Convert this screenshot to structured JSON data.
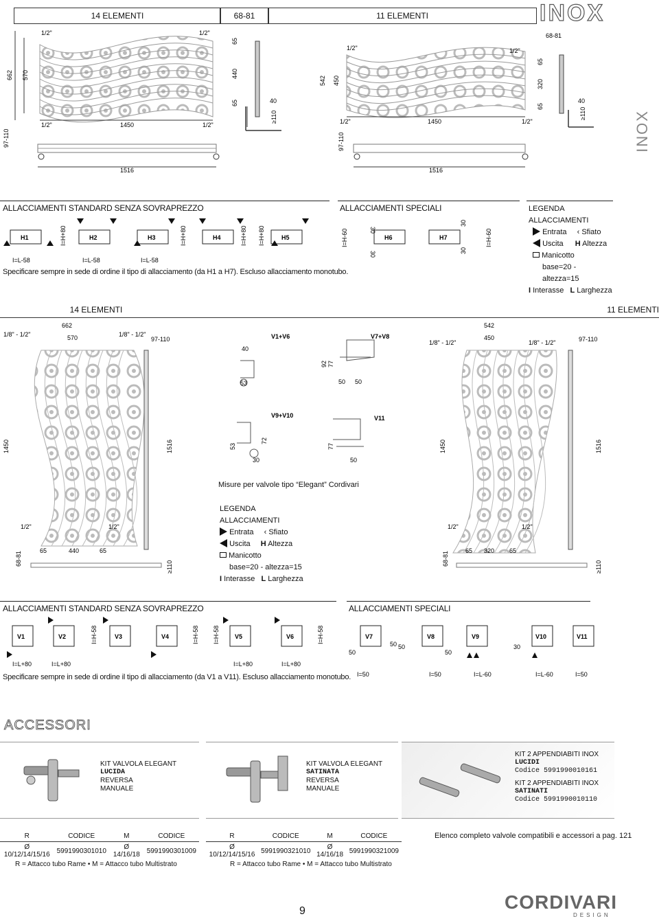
{
  "header": {
    "left_title": "14 ELEMENTI",
    "mid_dim": "68-81",
    "right_title": "11 ELEMENTI",
    "brand": "INOX",
    "side_tab": "INOX"
  },
  "top_drawing_14": {
    "dims": [
      "1/2\"",
      "1/2\"",
      "662",
      "570",
      "1450",
      "1/2\"",
      "1/2\"",
      "65",
      "440",
      "65",
      "40",
      "≥110",
      "97-110",
      "1516"
    ]
  },
  "top_drawing_11": {
    "dims": [
      "1/2\"",
      "1/2\"",
      "542",
      "450",
      "1450",
      "1/2\"",
      "1/2\"",
      "68-81",
      "65",
      "320",
      "65",
      "40",
      "≥110",
      "97-110",
      "1516"
    ]
  },
  "connections_h": {
    "standard_title": "ALLACCIAMENTI STANDARD SENZA SOVRAPREZZO",
    "special_title": "ALLACCIAMENTI SPECIALI",
    "units": [
      "H1",
      "H2",
      "H3",
      "H4",
      "H5",
      "H6",
      "H7"
    ],
    "labels": [
      "I=H+80",
      "I=H+80",
      "I=H+80",
      "I=H+80",
      "I=L-58",
      "I=L-58",
      "I=L-58",
      "I=H-60",
      "I=H-60",
      "30",
      "30",
      "30",
      "30"
    ],
    "note": "Specificare sempre in sede di ordine il tipo di allacciamento (da H1 a H7). Escluso allacciamento monotubo."
  },
  "legend": {
    "title": "LEGENDA ALLACCIAMENTI",
    "entrata": "Entrata",
    "sfiato": "Sfiato",
    "uscita": "Uscita",
    "altezza_letter": "H",
    "altezza": "Altezza",
    "manicotto": "Manicotto",
    "manicotto_dims": "base=20 - altezza=15",
    "interasse_letter": "I",
    "interasse": "Interasse",
    "larghezza_letter": "L",
    "larghezza": "Larghezza"
  },
  "vertical": {
    "left_title": "14 ELEMENTI",
    "right_title": "11 ELEMENTI",
    "left_dims": [
      "662",
      "570",
      "1/8\" - 1/2\"",
      "1/8\" - 1/2\"",
      "97-110",
      "1450",
      "1516",
      "1/2\"",
      "1/2\"",
      "68-81",
      "65",
      "440",
      "65",
      "≥110"
    ],
    "right_dims": [
      "542",
      "450",
      "1/8\" - 1/2\"",
      "1/8\" - 1/2\"",
      "97-110",
      "1450",
      "1516",
      "1/2\"",
      "1/2\"",
      "68-81",
      "65",
      "320",
      "65",
      "≥110"
    ],
    "valves": [
      "V1+V6",
      "V7+V8",
      "V9+V10",
      "V11"
    ],
    "valve_dims": [
      "40",
      "53",
      "92",
      "77",
      "50",
      "50",
      "53",
      "72",
      "30",
      "77",
      "50"
    ],
    "valve_note": "Misure per valvole tipo “Elegant” Cordivari"
  },
  "connections_v": {
    "standard_title": "ALLACCIAMENTI STANDARD SENZA SOVRAPREZZO",
    "special_title": "ALLACCIAMENTI SPECIALI",
    "units": [
      "V1",
      "V2",
      "V3",
      "V4",
      "V5",
      "V6",
      "V7",
      "V8",
      "V9",
      "V10",
      "V11"
    ],
    "labels_bottom": [
      "I=L+80",
      "I=L+80",
      "I=L+80",
      "I=L+80",
      "I=50",
      "I=50",
      "I=L-60",
      "I=L-60",
      "I=50"
    ],
    "labels_side": [
      "I=H-58",
      "I=H-58",
      "I=H-58",
      "I=H-58"
    ],
    "small_dims": [
      "50",
      "50",
      "50",
      "50",
      "30"
    ],
    "note": "Specificare sempre in sede di ordine il tipo di allacciamento (da V1 a V11). Escluso allacciamento monotubo."
  },
  "accessories": {
    "title": "ACCESSORI",
    "kit1": {
      "l1": "KIT VALVOLA ELEGANT",
      "l2": "LUCIDA",
      "l3": "REVERSA",
      "l4": "MANUALE"
    },
    "kit2": {
      "l1": "KIT VALVOLA ELEGANT",
      "l2": "SATINATA",
      "l3": "REVERSA",
      "l4": "MANUALE"
    },
    "kit3": {
      "l1": "KIT 2 APPENDIABITI INOX",
      "l2": "LUCIDI",
      "l3": "Codice  5991990010161",
      "l4": "KIT 2 APPENDIABITI INOX",
      "l5": "SATINATI",
      "l6": "Codice  5991990010110"
    },
    "table1": {
      "h": [
        "R",
        "CODICE",
        "M",
        "CODICE"
      ],
      "r": [
        "Ø 10/12/14/15/16",
        "5991990301010",
        "Ø 14/16/18",
        "5991990301009"
      ],
      "note": "R = Attacco tubo Rame • M = Attacco tubo Multistrato"
    },
    "table2": {
      "h": [
        "R",
        "CODICE",
        "M",
        "CODICE"
      ],
      "r": [
        "Ø 10/12/14/15/16",
        "5991990321010",
        "Ø 14/16/18",
        "5991990321009"
      ],
      "note": "R = Attacco tubo Rame • M = Attacco tubo Multistrato"
    },
    "elenco": "Elenco completo valvole compatibili e accessori a pag. 121"
  },
  "footer": {
    "page": "9",
    "logo": "CORDIVARI",
    "logo_sub": "DESIGN"
  }
}
